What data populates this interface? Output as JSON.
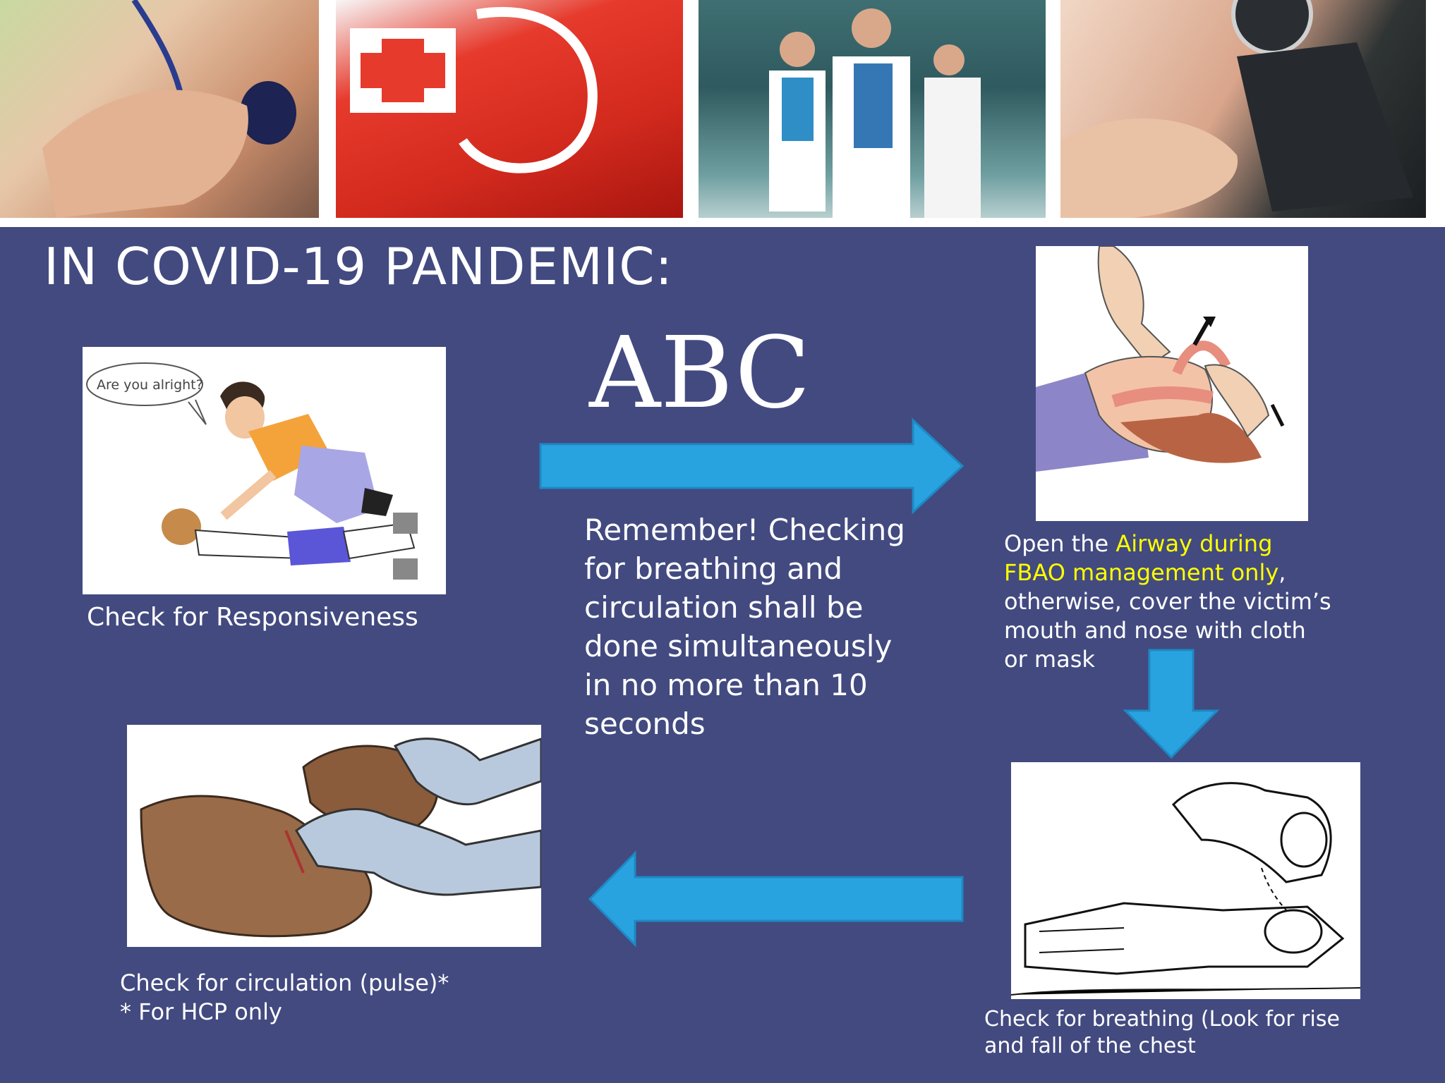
{
  "banner": {
    "photos": [
      {
        "name": "stethoscope-photo"
      },
      {
        "name": "first-aid-kit-photo"
      },
      {
        "name": "medical-staff-photo"
      },
      {
        "name": "blood-pressure-photo"
      }
    ]
  },
  "slide": {
    "title": "IN COVID-19 PANDEMIC:",
    "abc": "ABC",
    "reminder": "Remember! Checking for breathing and circulation shall be done simultaneously in no more than 10 seconds"
  },
  "steps": {
    "responsiveness": {
      "caption": "Check for Responsiveness",
      "speech": "Are you alright?"
    },
    "airway": {
      "caption_pre": "Open the ",
      "caption_highlight": "Airway during FBAO management only",
      "caption_post": ", otherwise, cover the victim’s mouth and nose with cloth or mask"
    },
    "breathing": {
      "caption": "Check for breathing (Look for rise and fall of the chest"
    },
    "circulation": {
      "caption_line1": "Check for circulation (pulse)*",
      "caption_line2": "* For HCP only"
    }
  },
  "colors": {
    "background": "#424a80",
    "arrow": "#29a3df",
    "highlight": "#ffff00"
  }
}
